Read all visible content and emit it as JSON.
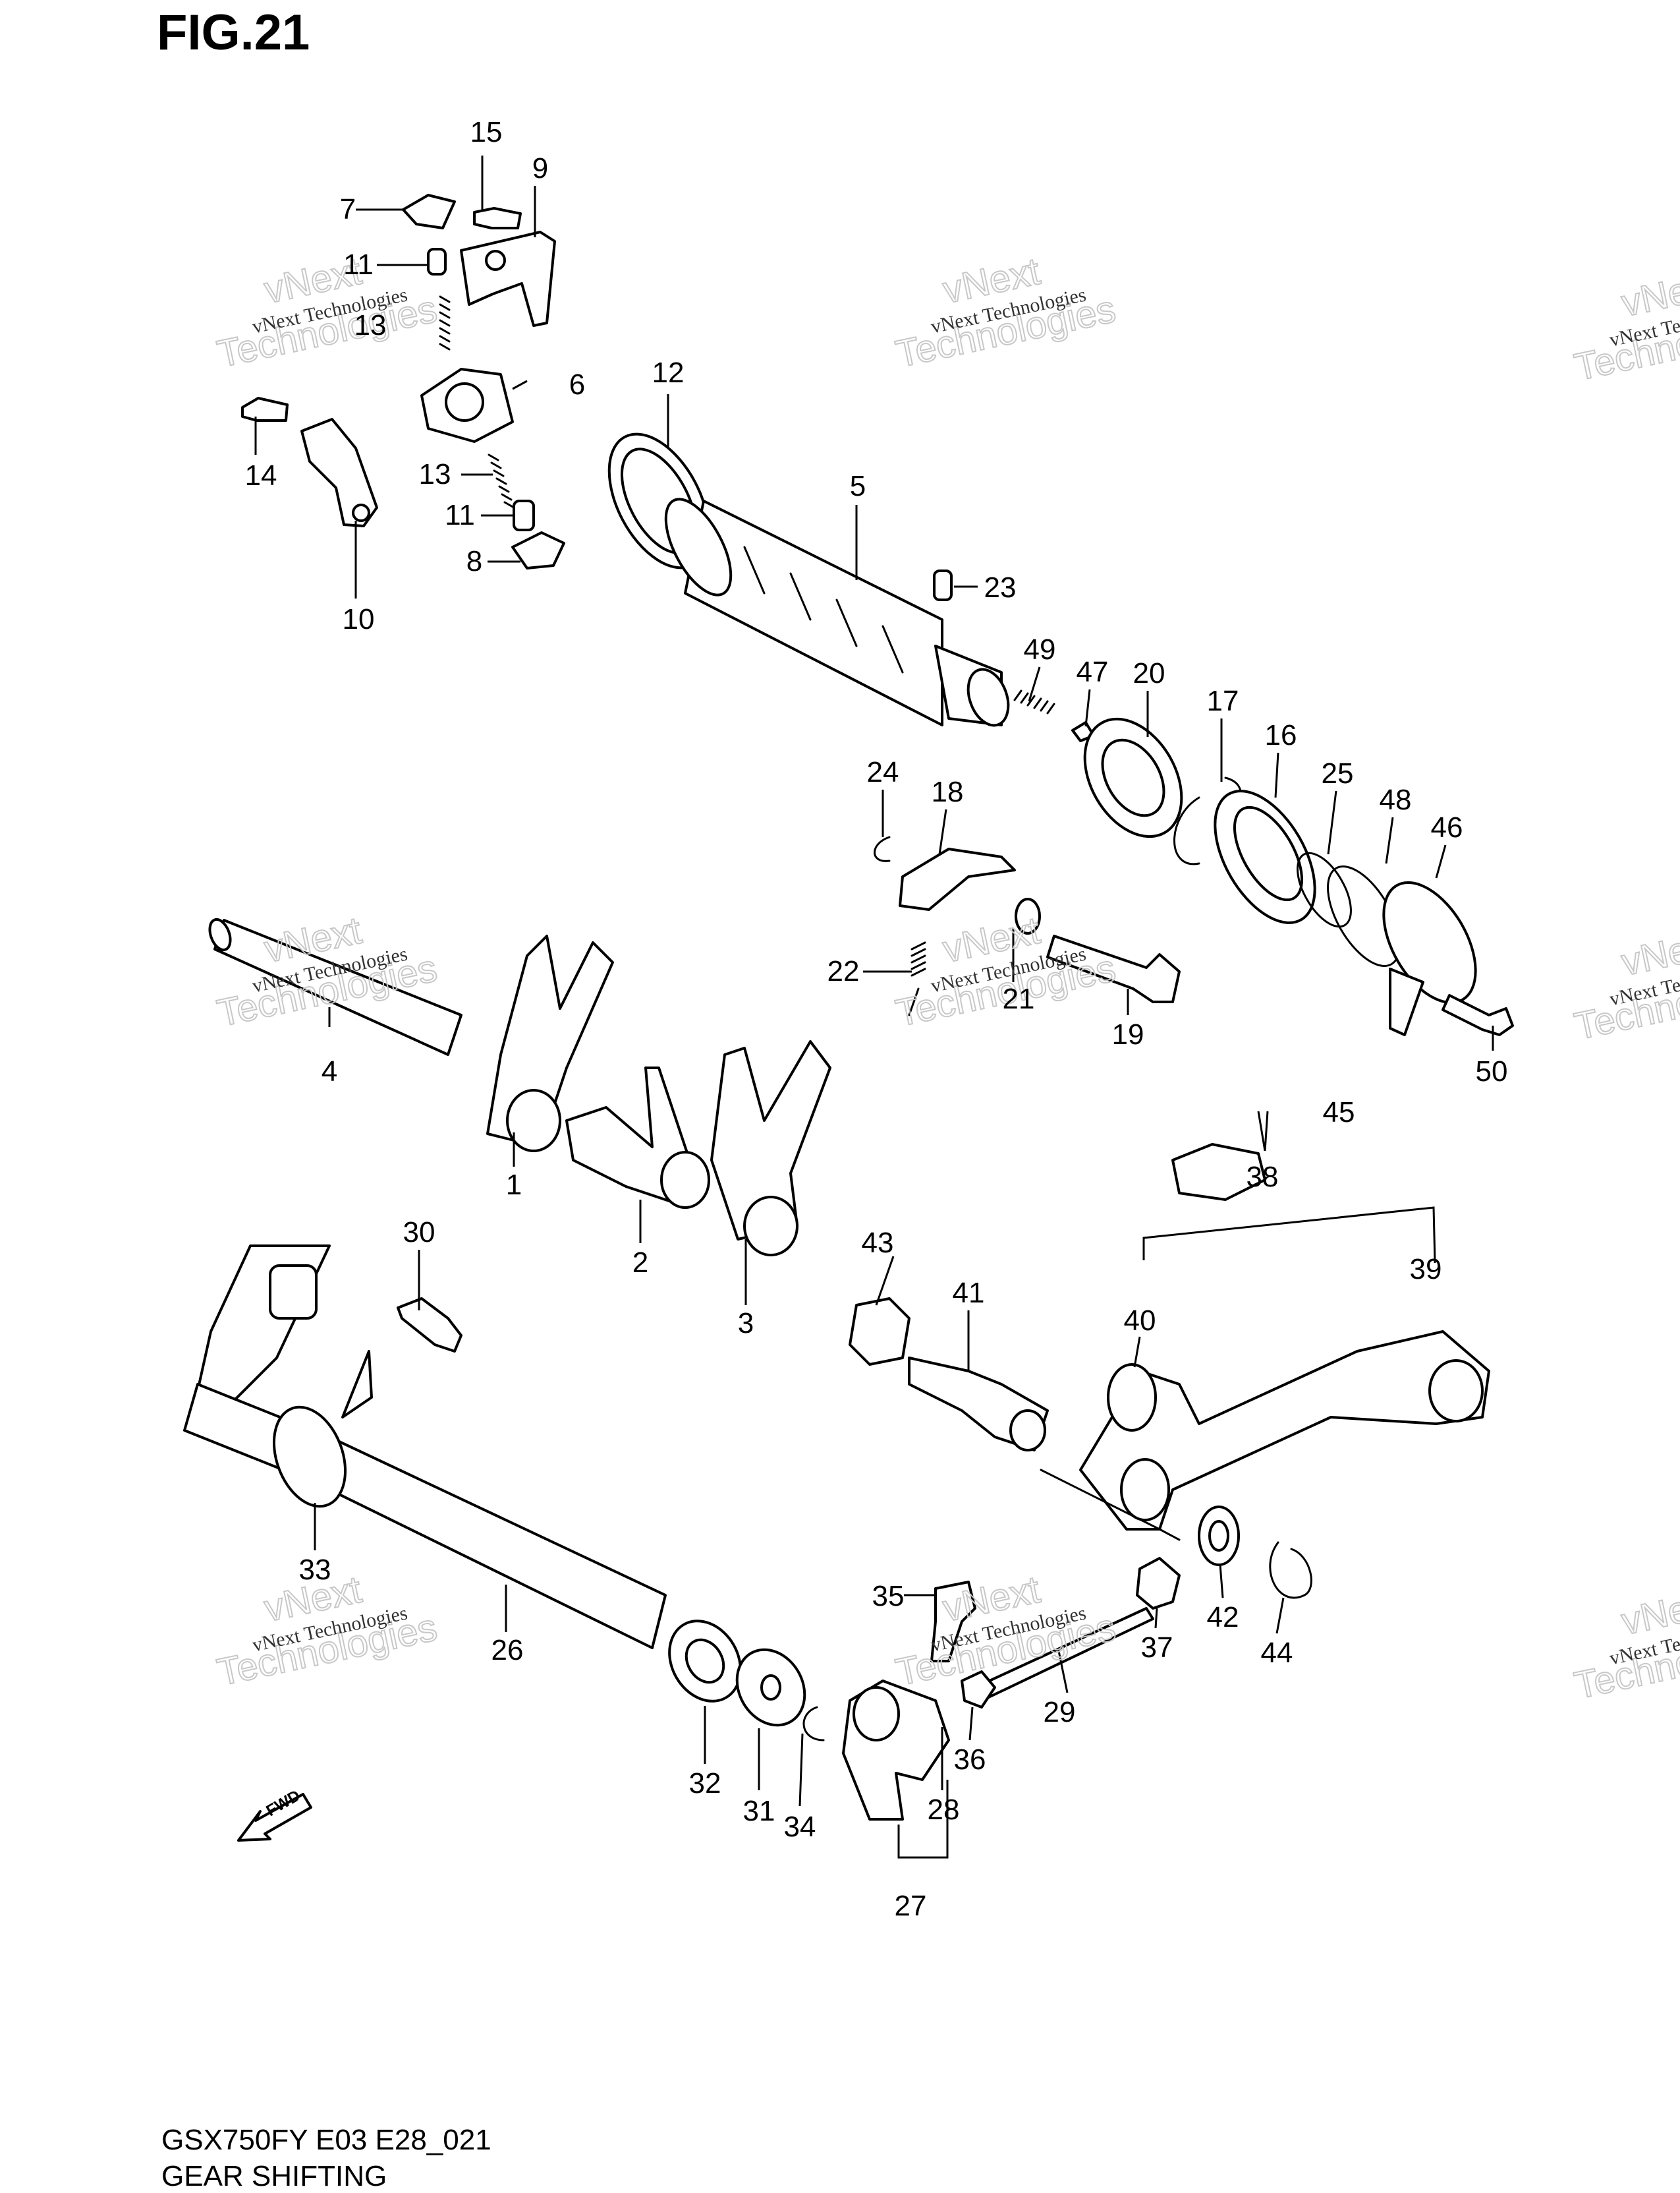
{
  "header": {
    "figure": "FIG.21"
  },
  "footer": {
    "model_code": "GSX750FY E03 E28_021",
    "section_title": "GEAR SHIFTING"
  },
  "watermark": {
    "line1": "vNext Technologies",
    "line2": "vNext",
    "line3": "Technologies"
  },
  "direction_badge": {
    "text": "FWD"
  },
  "callouts": [
    "1",
    "2",
    "3",
    "4",
    "5",
    "6",
    "7",
    "8",
    "9",
    "10",
    "11",
    "11",
    "12",
    "13",
    "13",
    "14",
    "15",
    "16",
    "17",
    "18",
    "19",
    "20",
    "21",
    "22",
    "23",
    "24",
    "25",
    "26",
    "27",
    "28",
    "29",
    "30",
    "31",
    "32",
    "33",
    "34",
    "35",
    "36",
    "37",
    "38",
    "39",
    "40",
    "41",
    "42",
    "43",
    "44",
    "45",
    "46",
    "47",
    "48",
    "49",
    "50"
  ]
}
